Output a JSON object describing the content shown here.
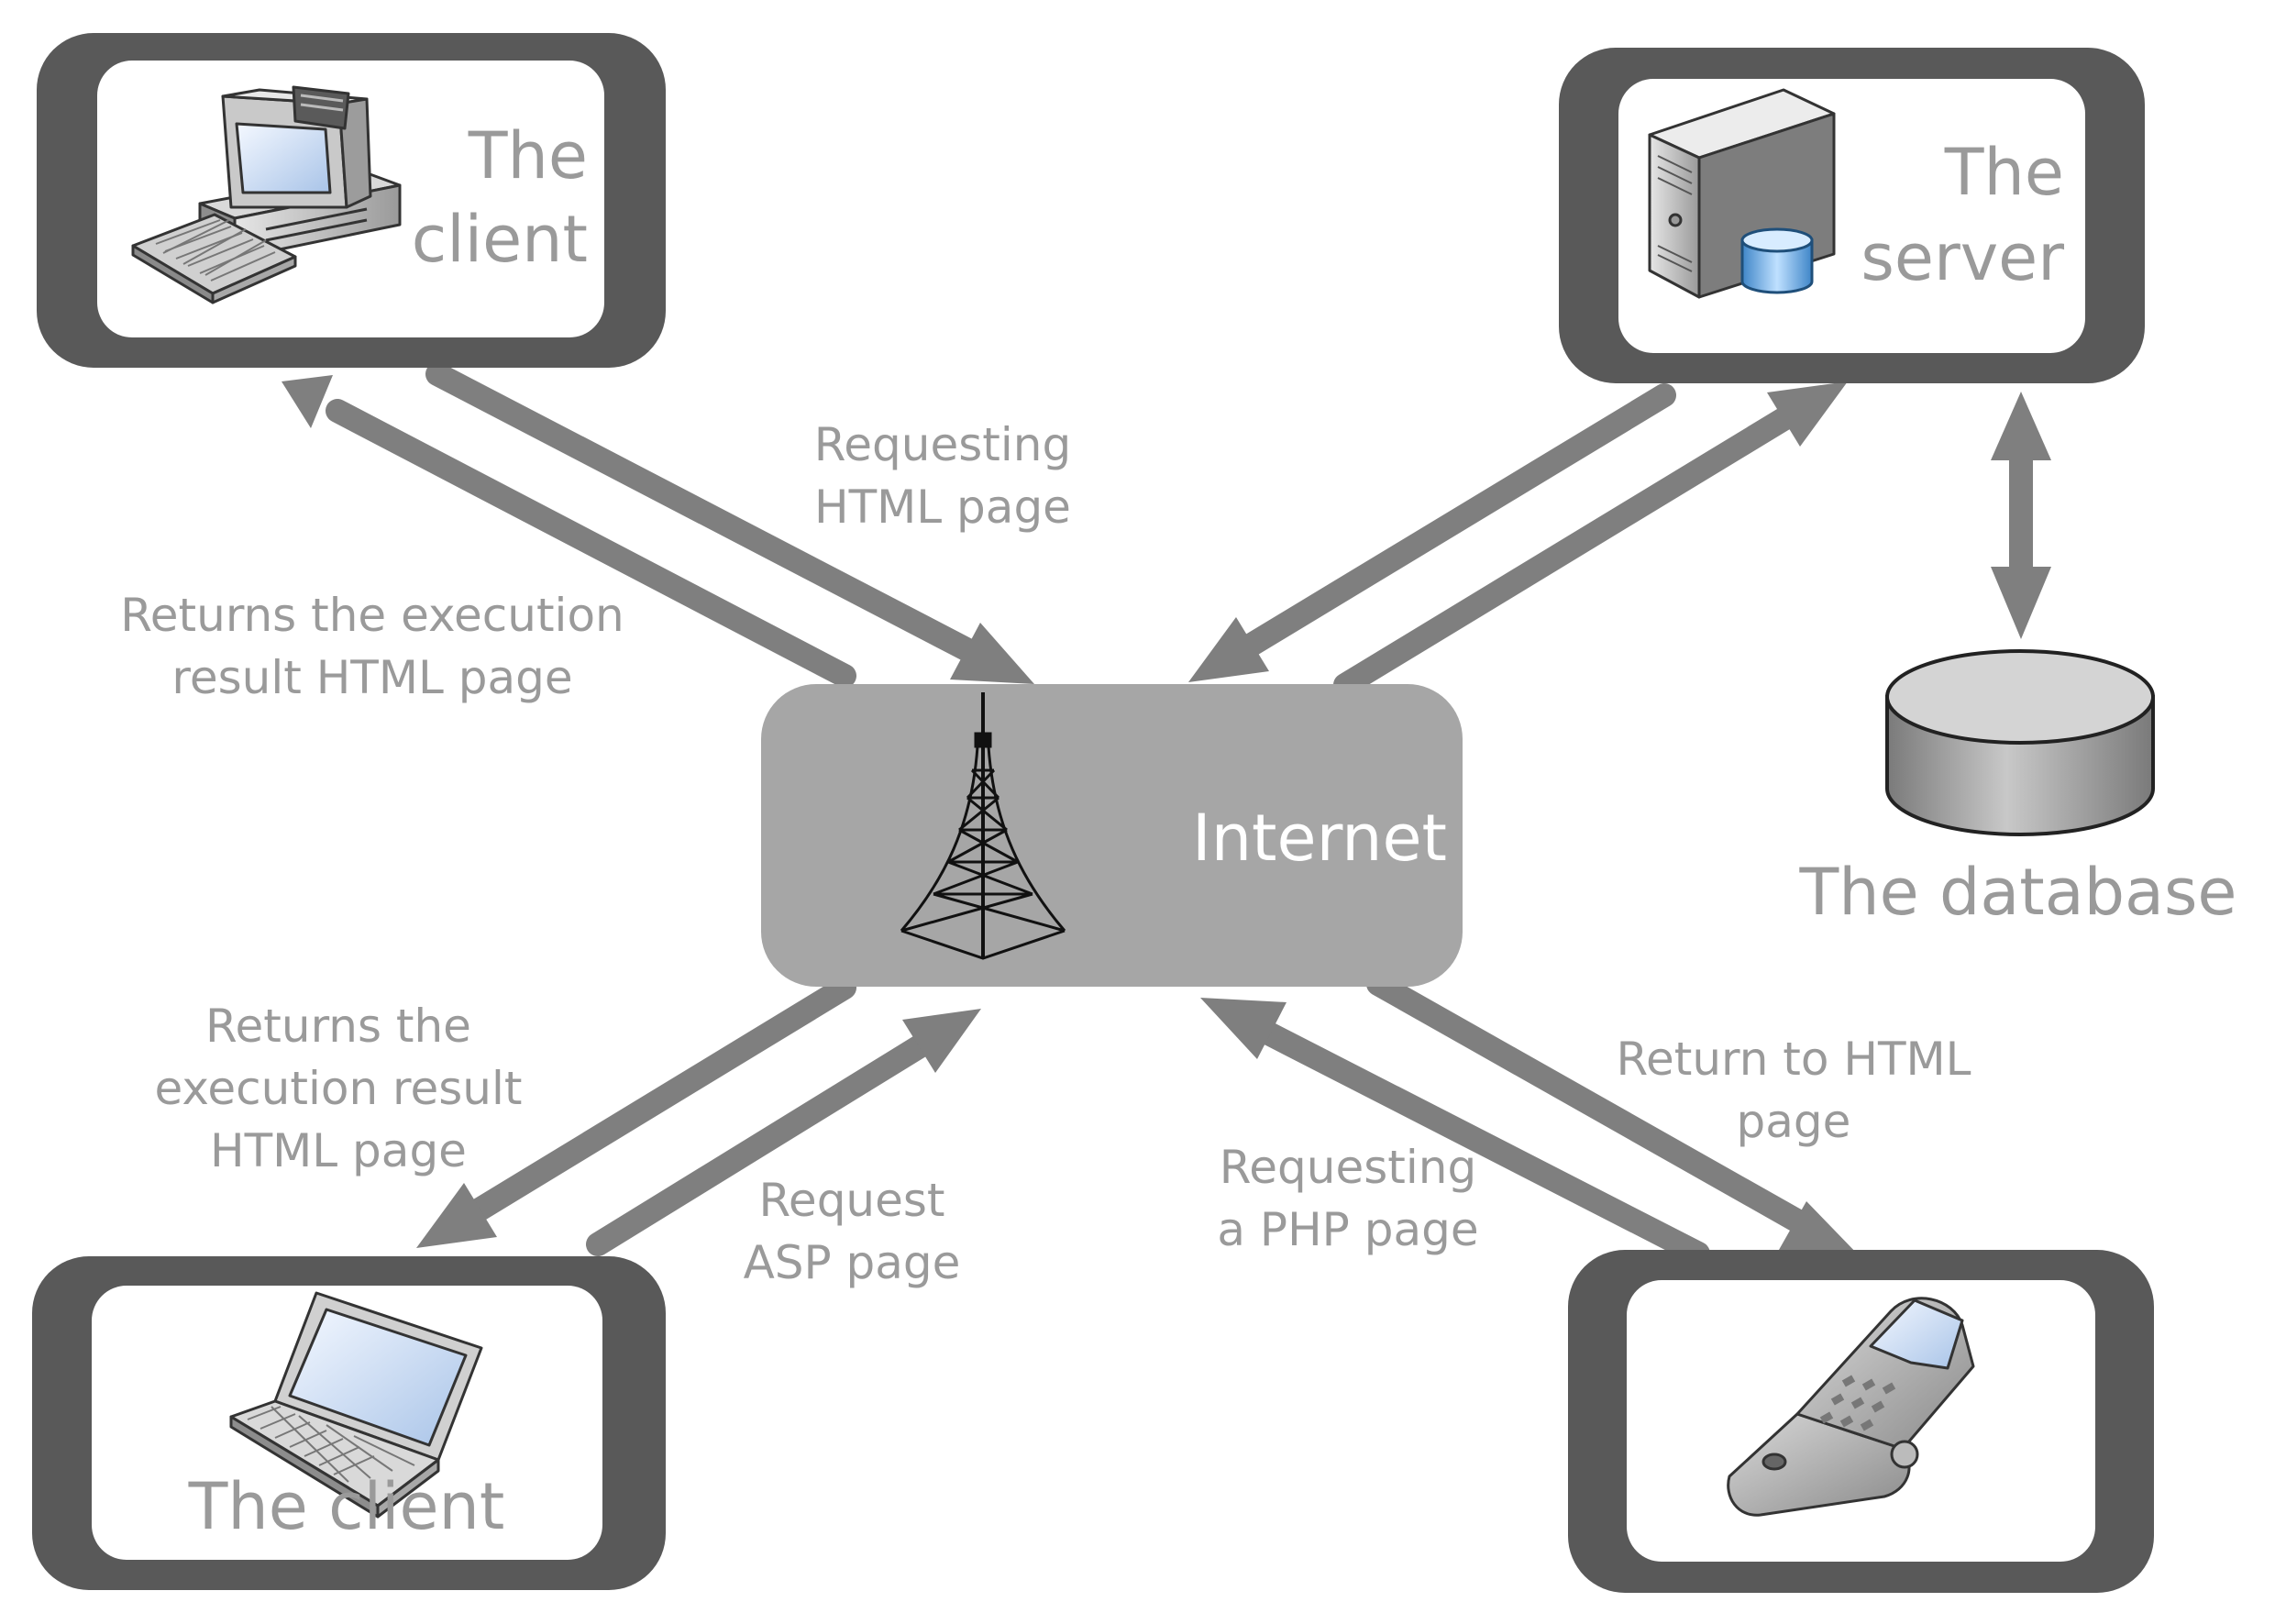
{
  "nodes": {
    "client_top": [
      "The",
      "client"
    ],
    "server": [
      "The",
      "server"
    ],
    "database": "The database",
    "internet": "Internet",
    "client_bottom": "The client"
  },
  "edges": {
    "requesting_html": [
      "Requesting",
      "HTML page"
    ],
    "returns_top": [
      "Returns the execution",
      "result HTML page"
    ],
    "returns_bottom": [
      "Returns the",
      "execution result",
      "HTML page"
    ],
    "request_asp": [
      "Request",
      "ASP page"
    ],
    "requesting_php": [
      "Requesting",
      "a PHP page"
    ],
    "return_to_html": [
      "Return to HTML",
      "page"
    ]
  },
  "icons": [
    "desktop-computer-icon",
    "server-tower-icon",
    "database-cylinder-icon",
    "radio-tower-icon",
    "laptop-icon",
    "flip-phone-icon"
  ],
  "colors": {
    "frame": "#595959",
    "arrow": "#7f7f7f",
    "hub": "#a6a6a6",
    "label": "#9a9a9a"
  }
}
